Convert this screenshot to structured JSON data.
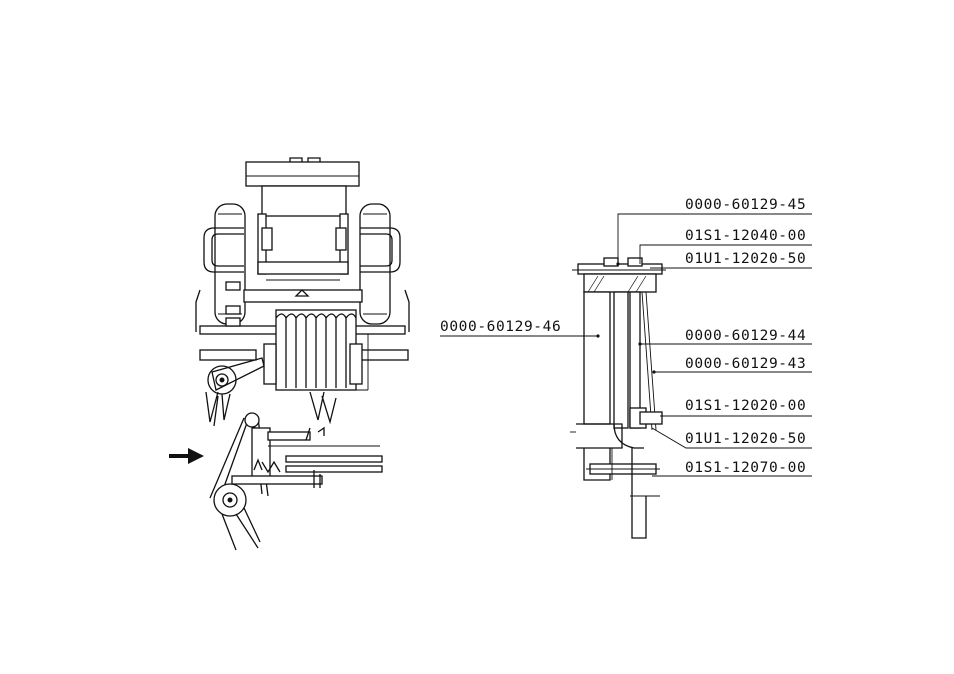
{
  "diagram": {
    "arrow_icon": "right-arrow-icon",
    "callouts": [
      "0000-60129-45",
      "01S1-12040-00",
      "01U1-12020-50",
      "0000-60129-46",
      "0000-60129-44",
      "0000-60129-43",
      "01S1-12020-00",
      "01U1-12020-50",
      "01S1-12070-00"
    ]
  }
}
